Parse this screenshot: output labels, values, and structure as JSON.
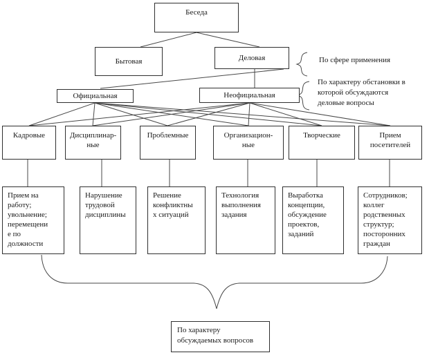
{
  "nodes": {
    "root": "Беседа",
    "everyday": "Бытовая",
    "business": "Деловая",
    "official": "Официальная",
    "informal": "Неофициальная"
  },
  "types": [
    {
      "label": "Кадровые"
    },
    {
      "label": "Дисциплинар-\nные"
    },
    {
      "label": "Проблемные"
    },
    {
      "label": "Организацион-\nные"
    },
    {
      "label": "Творческие"
    },
    {
      "label": "Прием\nпосетителей"
    }
  ],
  "details": [
    {
      "label": "Прием на\nработу;\nувольнение;\nперемещени\nе по\nдолжности"
    },
    {
      "label": "Нарушение\nтрудовой\nдисциплины"
    },
    {
      "label": "Решение\nконфликтны\nх ситуаций"
    },
    {
      "label": "Технология\nвыполнения\nзадания"
    },
    {
      "label": "Выработка\nконцепции,\nобсуждение\nпроектов,\nзаданий"
    },
    {
      "label": "Сотрудников;\nколлег\nродственных\nструктур;\nпосторонних\nграждан"
    }
  ],
  "annotations": {
    "scope": "По сфере применения",
    "situation": "По характеру обстановки в\nкоторой обсуждаются\nделовые вопросы",
    "questions": "По характеру\nобсуждаемых вопросов"
  },
  "colors": {
    "line": "#474747",
    "border": "#2e2e2e",
    "background": "#ffffff",
    "text": "#1a1a1a"
  }
}
